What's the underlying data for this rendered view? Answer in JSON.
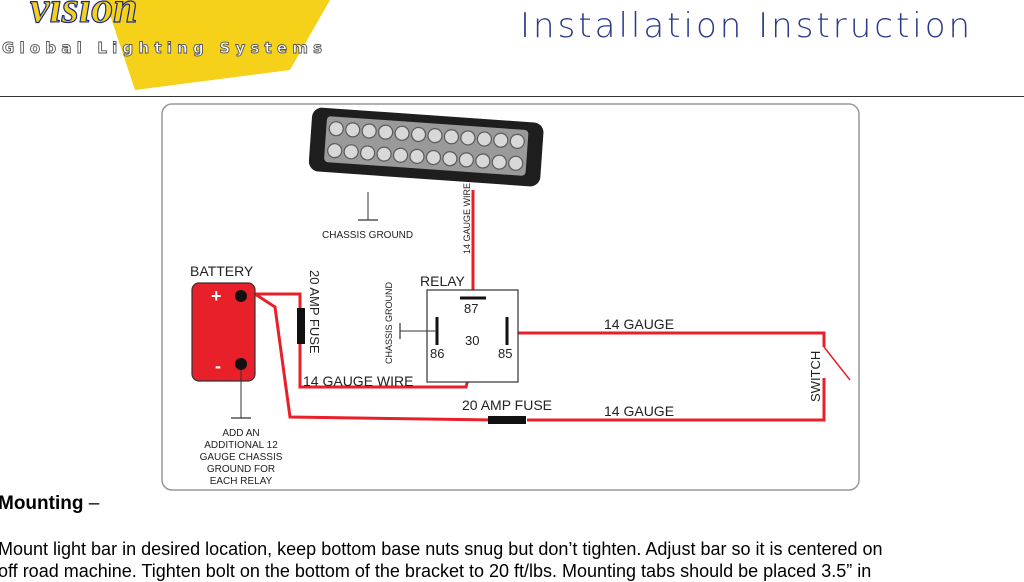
{
  "header": {
    "logo_text": "vision",
    "logo_subtitle": "Global Lighting Systems",
    "title": "Installation Instruction"
  },
  "colors": {
    "wire": "#e8202a",
    "battery": "#e8202a",
    "logo_yellow": "#f5d11a",
    "logo_blue": "#1a2a8c",
    "title": "#2b3a8c"
  },
  "diagram": {
    "chassis_ground_top": "CHASSIS GROUND",
    "wire_14_gauge_vertical": "14 GAUGE WIRE",
    "battery": "BATTERY",
    "battery_plus": "+",
    "battery_minus": "-",
    "fuse_20_amp_vertical": "20 AMP FUSE",
    "chassis_ground_relay": "CHASSIS GROUND",
    "relay": "RELAY",
    "pin_87": "87",
    "pin_30": "30",
    "pin_86": "86",
    "pin_85": "85",
    "gauge_14_top": "14 GAUGE",
    "switch": "SWITCH",
    "wire_14_gauge": "14 GAUGE WIRE",
    "fuse_20_amp": "20 AMP FUSE",
    "gauge_14_bottom": "14 GAUGE",
    "ground_note": [
      "ADD AN",
      "ADDITIONAL 12",
      "GAUGE CHASSIS",
      "GROUND FOR",
      "EACH RELAY"
    ]
  },
  "mounting": {
    "heading": "Mounting",
    "dash": " –",
    "lines": [
      "Mount light bar in desired location, keep bottom base nuts snug but don’t tighten. Adjust bar so it is centered on",
      "off road machine. Tighten bolt on the bottom of the bracket to 20 ft/lbs. Mounting tabs should be placed 3.5” in"
    ]
  }
}
